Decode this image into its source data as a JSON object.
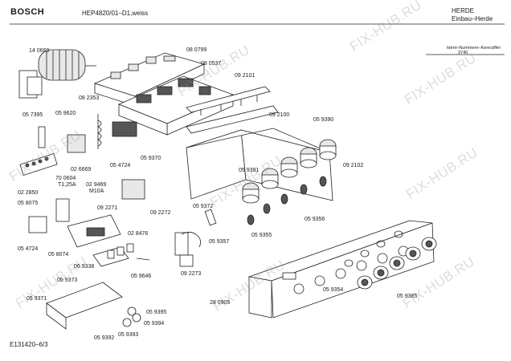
{
  "header": {
    "brand": "BOSCH",
    "model": "HEP4820/01–D1,weiss",
    "category": "HERDE",
    "subcategory": "Einbau–Herde",
    "ident_label": "Ident–Nummern–Kennziffer",
    "ident_value": "3740"
  },
  "footer": {
    "drawing_code": "E131420–6/3"
  },
  "watermark": "FIX-HUB.RU",
  "part_labels": [
    "14 0669",
    "08 0799",
    "08 0537",
    "08 2353",
    "09 2101",
    "05 7395",
    "05 9620",
    "09 2100",
    "05 9390",
    "02 6669",
    "05 9370",
    "05 4724",
    "09 2102",
    "05 9391",
    "70 0604",
    "T1,25A",
    "02 9469",
    "M10A",
    "02 2850",
    "09 2271",
    "09 2272",
    "05 8075",
    "05 9372",
    "05 9356",
    "05 9355",
    "05 4724",
    "05 8074",
    "02 8476",
    "09 2273",
    "05 9357",
    "06 5338",
    "05 9646",
    "05 9373",
    "05 9371",
    "05 9395",
    "05 9394",
    "05 9392",
    "05 9393",
    "28 0905",
    "05 9354",
    "05 9385"
  ]
}
